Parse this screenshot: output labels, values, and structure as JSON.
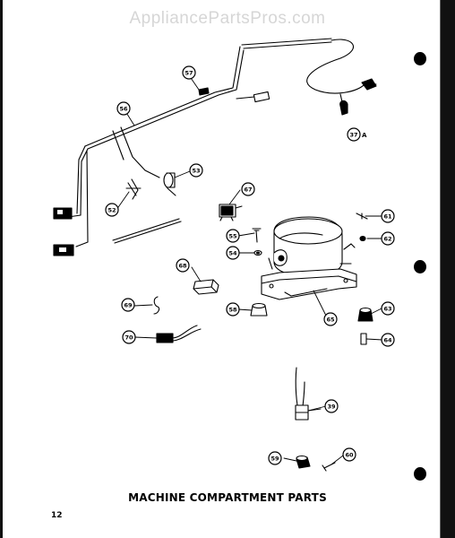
{
  "watermark": "AppliancePartsPros.com",
  "title": "MACHINE COMPARTMENT PARTS",
  "page_number": "12",
  "callouts": [
    {
      "id": "c57",
      "label": "57"
    },
    {
      "id": "c37a",
      "label": "37",
      "suffix": "A"
    },
    {
      "id": "c56",
      "label": "56"
    },
    {
      "id": "c53",
      "label": "53"
    },
    {
      "id": "c52",
      "label": "52"
    },
    {
      "id": "c67",
      "label": "67"
    },
    {
      "id": "c61",
      "label": "61"
    },
    {
      "id": "c55",
      "label": "55"
    },
    {
      "id": "c62",
      "label": "62"
    },
    {
      "id": "c54",
      "label": "54"
    },
    {
      "id": "c68",
      "label": "68"
    },
    {
      "id": "c69",
      "label": "69"
    },
    {
      "id": "c58",
      "label": "58"
    },
    {
      "id": "c63",
      "label": "63"
    },
    {
      "id": "c65",
      "label": "65"
    },
    {
      "id": "c70",
      "label": "70"
    },
    {
      "id": "c64",
      "label": "64"
    },
    {
      "id": "c39",
      "label": "39"
    },
    {
      "id": "c59",
      "label": "59"
    },
    {
      "id": "c60",
      "label": "60"
    }
  ]
}
